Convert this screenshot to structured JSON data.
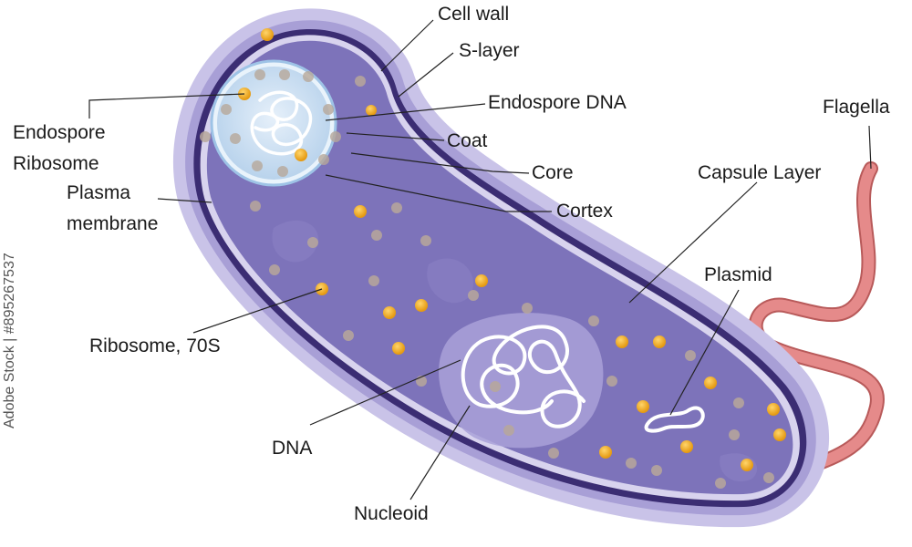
{
  "labels": {
    "cell_wall": "Cell wall",
    "s_layer": "S-layer",
    "endospore_dna": "Endospore DNA",
    "coat": "Coat",
    "core": "Core",
    "cortex": "Cortex",
    "endospore_ribosome_1": "Endospore",
    "endospore_ribosome_2": "Ribosome",
    "plasma_membrane_1": "Plasma",
    "plasma_membrane_2": "membrane",
    "ribosome_70s": "Ribosome, 70S",
    "dna": "DNA",
    "nucleoid": "Nucleoid",
    "capsule_layer": "Capsule Layer",
    "plasmid": "Plasmid",
    "flagella": "Flagella"
  },
  "watermark": "Adobe Stock | #895267537",
  "colors": {
    "capsule": "#c9c3e8",
    "wall": "#3b2d73",
    "cytoplasm": "#7d73ba",
    "spore": "#cfe3f4",
    "ribosome": "#f2b233",
    "flagellum": "#e58a8a"
  }
}
